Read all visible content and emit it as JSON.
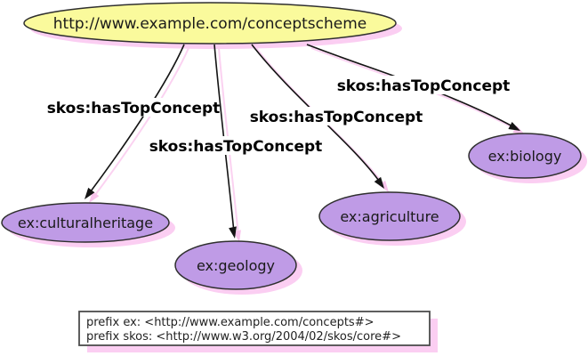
{
  "diagram": {
    "scheme_node": {
      "label": "http://www.example.com/conceptscheme"
    },
    "concept_nodes": [
      {
        "id": "culturalheritage",
        "label": "ex:culturalheritage"
      },
      {
        "id": "geology",
        "label": "ex:geology"
      },
      {
        "id": "agriculture",
        "label": "ex:agriculture"
      },
      {
        "id": "biology",
        "label": "ex:biology"
      }
    ],
    "edges": [
      {
        "label": "skos:hasTopConcept",
        "target": "culturalheritage"
      },
      {
        "label": "skos:hasTopConcept",
        "target": "geology"
      },
      {
        "label": "skos:hasTopConcept",
        "target": "agriculture"
      },
      {
        "label": "skos:hasTopConcept",
        "target": "biology"
      }
    ],
    "legend": {
      "line1": "prefix ex: <http://www.example.com/concepts#>",
      "line2": "prefix skos: <http://www.w3.org/2004/02/skos/core#>"
    },
    "colors": {
      "scheme_fill": "#fafa9c",
      "concept_fill": "#bf9be6",
      "shadow_pink": "#fbcef2",
      "edge_black": "#141414",
      "node_border": "#2f2f2f",
      "legend_border": "#4d4d4d"
    }
  }
}
